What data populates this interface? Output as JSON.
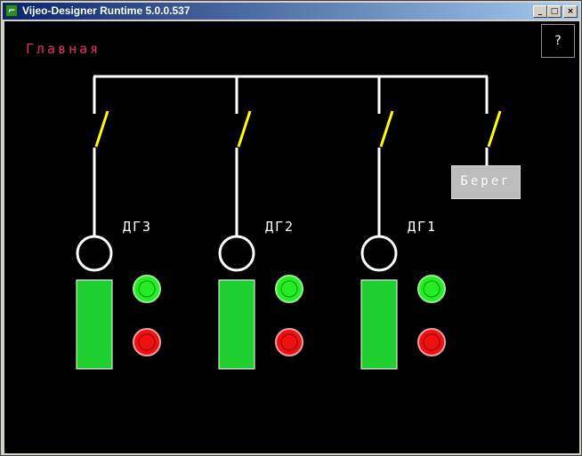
{
  "window": {
    "title": "Vijeo-Designer Runtime 5.0.0.537",
    "app_icon": "vijeo-app-icon",
    "controls": [
      "minimize-icon",
      "maximize-icon",
      "close-icon"
    ]
  },
  "screen": {
    "title": "Главная",
    "help_label": "?"
  },
  "generators": [
    {
      "label": "ДГ3"
    },
    {
      "label": "ДГ2"
    },
    {
      "label": "ДГ1"
    }
  ],
  "shore": {
    "label": "Берег"
  },
  "colors": {
    "background": "#000000",
    "busbar": "#ffffff",
    "breaker": "#ffff00",
    "generator_body": "#1fcf2f",
    "indicator_on": "#22ee22",
    "indicator_off": "#ee1111",
    "title": "#e0306a"
  }
}
